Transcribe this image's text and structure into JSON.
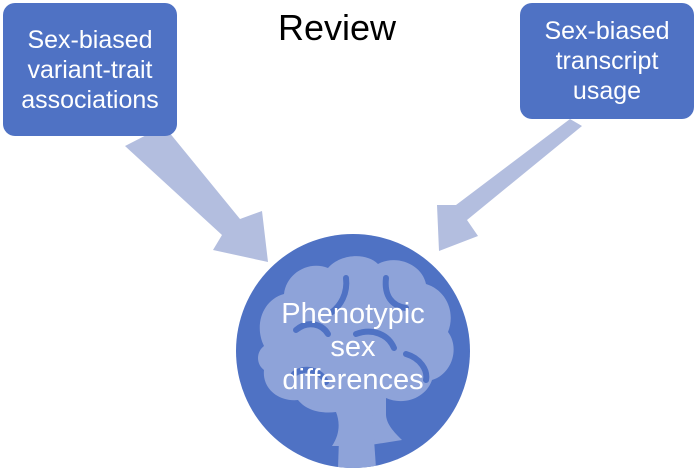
{
  "title": "Review",
  "boxes": {
    "left": {
      "lines": [
        "Sex-biased",
        "variant-trait",
        "associations"
      ]
    },
    "right": {
      "lines": [
        "Sex-biased",
        "transcript",
        "usage"
      ]
    }
  },
  "center": {
    "lines": [
      "Phenotypic",
      "sex",
      "differences"
    ]
  },
  "colors": {
    "box_fill": "#4f72c4",
    "arrow_fill": "#b3bedf",
    "brain_fill": "#8ea3d9",
    "text": "#ffffff",
    "title_text": "#000000"
  },
  "icons": {
    "center_illustration": "brain-icon"
  }
}
